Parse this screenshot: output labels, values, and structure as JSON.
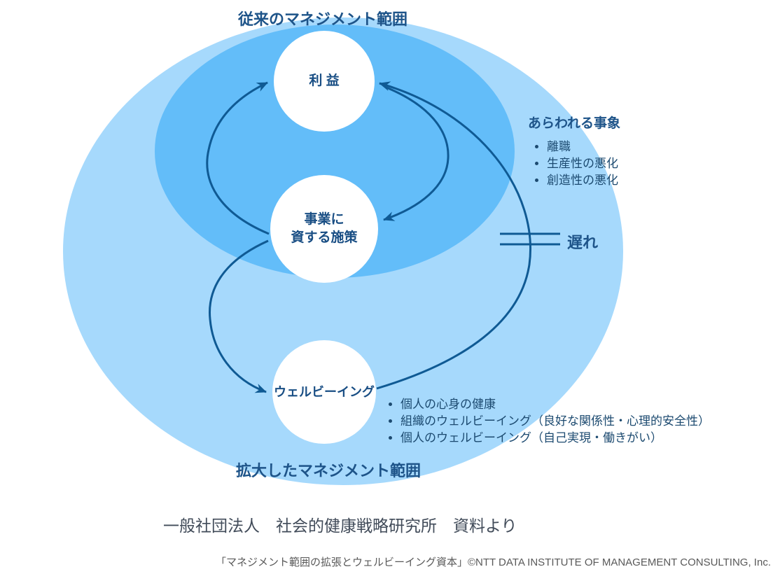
{
  "colors": {
    "outer_ellipse": "#A6D9FC",
    "inner_ellipse": "#63BDF9",
    "arrow_stroke": "#0F5A94",
    "node_text": "#194E84",
    "heading_text": "#1E5489",
    "list_text": "#1C4A70",
    "source_text": "#414B59",
    "copyright_text": "#595959"
  },
  "labels": {
    "inner_scope": "従来のマネジメント範囲",
    "outer_scope": "拡大したマネジメント範囲",
    "delay": "遅れ"
  },
  "nodes": {
    "profit": "利 益",
    "measures_line1": "事業に",
    "measures_line2": "資する施策",
    "wellbeing": "ウェルビーイング"
  },
  "phenomena": {
    "heading": "あらわれる事象",
    "items": [
      "離職",
      "生産性の悪化",
      "創造性の悪化"
    ]
  },
  "wellbeing_points": {
    "items": [
      "個人の心身の健康",
      "組織のウェルビーイング（良好な関係性・心理的安全性）",
      "個人のウェルビーイング（自己実現・働きがい）"
    ]
  },
  "icons": {
    "delay_marker": "double-bar-delay-symbol"
  },
  "footer": {
    "source": "一般社団法人　社会的健康戦略研究所　資料より",
    "copyright": "「マネジメント範囲の拡張とウェルビーイング資本」©NTT DATA INSTITUTE OF MANAGEMENT CONSULTING, Inc."
  }
}
